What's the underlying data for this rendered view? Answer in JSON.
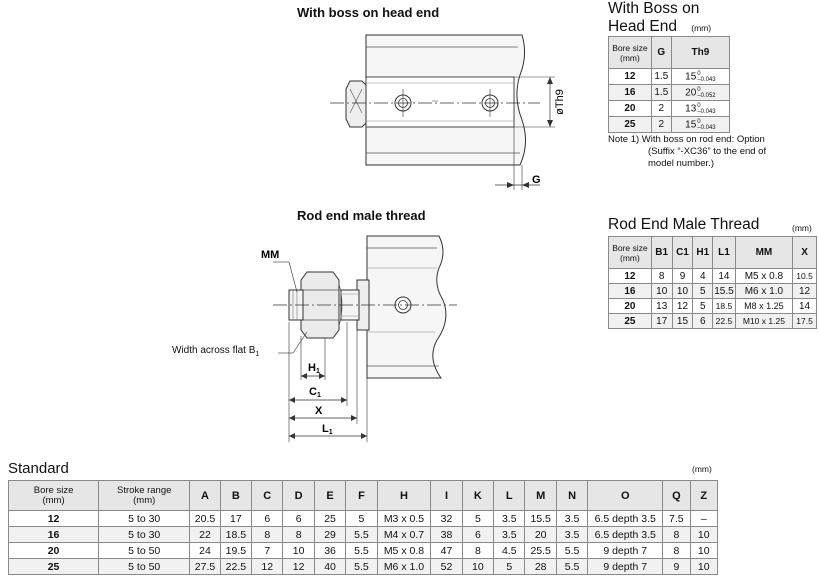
{
  "head_boss_drawing": {
    "caption": "With boss on head end",
    "dim_th9": "øTh9",
    "dim_g": "G"
  },
  "rod_thread_drawing": {
    "caption": "Rod end male thread",
    "mm": "MM",
    "width_across_flat": "Width across flat B",
    "b_sub": "1",
    "h1": "H",
    "c1": "C",
    "x": "X",
    "l1": "L",
    "sub1": "1"
  },
  "boss_table": {
    "title_line1": "With Boss on",
    "title_line2": "Head End",
    "unit": "(mm)",
    "headers": [
      "Bore size\n(mm)",
      "G",
      "Th9"
    ],
    "rows": [
      {
        "bore": "12",
        "g": "1.5",
        "th9": "15",
        "tol_up": "0",
        "tol_lo": "–0.043"
      },
      {
        "bore": "16",
        "g": "1.5",
        "th9": "20",
        "tol_up": "0",
        "tol_lo": "–0.052"
      },
      {
        "bore": "20",
        "g": "2",
        "th9": "13",
        "tol_up": "0",
        "tol_lo": "–0.043"
      },
      {
        "bore": "25",
        "g": "2",
        "th9": "15",
        "tol_up": "0",
        "tol_lo": "–0.043"
      }
    ],
    "note_line1": "Note 1) With boss on rod end: Option",
    "note_line2": "(Suffix “-XC36” to the end of",
    "note_line3": "model number.)"
  },
  "rod_table": {
    "title": "Rod End Male Thread",
    "unit": "(mm)",
    "headers": [
      "Bore size\n(mm)",
      "B1",
      "C1",
      "H1",
      "L1",
      "MM",
      "X"
    ],
    "rows": [
      [
        "12",
        "8",
        "9",
        "4",
        "14",
        "M5 x 0.8",
        "10.5"
      ],
      [
        "16",
        "10",
        "10",
        "5",
        "15.5",
        "M6 x 1.0",
        "12"
      ],
      [
        "20",
        "13",
        "12",
        "5",
        "18.5",
        "M8 x 1.25",
        "14"
      ],
      [
        "25",
        "17",
        "15",
        "6",
        "22.5",
        "M10 x 1.25",
        "17.5"
      ]
    ]
  },
  "standard_table": {
    "title": "Standard",
    "unit": "(mm)",
    "headers": [
      "Bore size\n(mm)",
      "Stroke range\n(mm)",
      "A",
      "B",
      "C",
      "D",
      "E",
      "F",
      "H",
      "I",
      "K",
      "L",
      "M",
      "N",
      "O",
      "Q",
      "Z"
    ],
    "rows": [
      [
        "12",
        "5 to 30",
        "20.5",
        "17",
        "6",
        "6",
        "25",
        "5",
        "M3 x 0.5",
        "32",
        "5",
        "3.5",
        "15.5",
        "3.5",
        "6.5 depth 3.5",
        "7.5",
        "–"
      ],
      [
        "16",
        "5 to 30",
        "22",
        "18.5",
        "8",
        "8",
        "29",
        "5.5",
        "M4 x 0.7",
        "38",
        "6",
        "3.5",
        "20",
        "3.5",
        "6.5 depth 3.5",
        "8",
        "10"
      ],
      [
        "20",
        "5 to 50",
        "24",
        "19.5",
        "7",
        "10",
        "36",
        "5.5",
        "M5 x 0.8",
        "47",
        "8",
        "4.5",
        "25.5",
        "5.5",
        "9 depth 7",
        "8",
        "10"
      ],
      [
        "25",
        "5 to 50",
        "27.5",
        "22.5",
        "12",
        "12",
        "40",
        "5.5",
        "M6 x 1.0",
        "52",
        "10",
        "5",
        "28",
        "5.5",
        "9 depth 7",
        "9",
        "10"
      ]
    ]
  }
}
